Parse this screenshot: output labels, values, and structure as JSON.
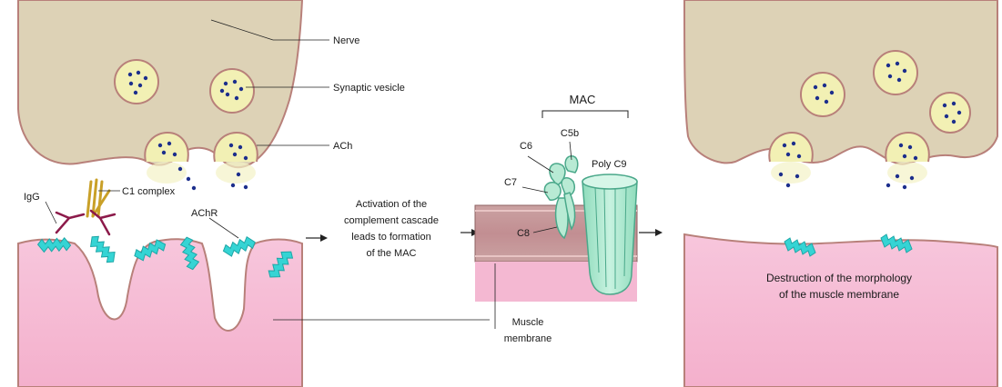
{
  "left_panel": {
    "nerve_label": "Nerve",
    "vesicle_label": "Synaptic vesicle",
    "ach_label": "ACh",
    "igg_label": "IgG",
    "c1_label": "C1 complex",
    "achr_label": "AChR"
  },
  "middle_panel": {
    "activation_text": [
      "Activation of the",
      "complement cascade",
      "leads to formation",
      "of the MAC"
    ],
    "mac_label": "MAC",
    "c6_label": "C6",
    "c5b_label": "C5b",
    "c7_label": "C7",
    "c8_label": "C8",
    "poly_c9_label": "Poly C9",
    "muscle_membrane_text": [
      "Muscle",
      "membrane"
    ]
  },
  "right_panel": {
    "destruction_text": [
      "Destruction of the morphology",
      "of the muscle membrane"
    ]
  },
  "colors": {
    "nerve_fill": "#ddd2b6",
    "nerve_outline": "#b8807a",
    "vesicle_fill": "#f2f0b4",
    "ach_dot": "#1c2e8c",
    "muscle_fill": "#f4b8d2",
    "muscle_outline": "#b8807a",
    "receptor": "#35d4d4",
    "mac_fill": "#b8ead4",
    "mac_stroke": "#4aa88a",
    "igg": "#8c1a4a",
    "c1": "#d8b030"
  }
}
